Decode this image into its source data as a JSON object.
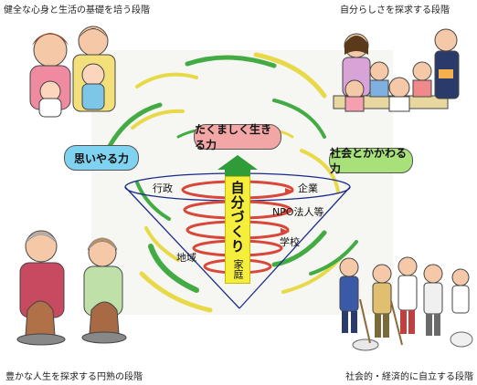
{
  "corners": {
    "top_left": "健全な心身と生活の基礎を培う段階",
    "top_right": "自分らしさを探求する段階",
    "bottom_left": "豊かな人生を探求する円熟の段階",
    "bottom_right": "社会的・経済的に自立する段階"
  },
  "pills": {
    "left": "思いやる力",
    "center": "たくましく生きる力",
    "right": "社会とかかわる力"
  },
  "diagram": {
    "center_vertical": "自分づくり",
    "center_bottom": "家庭",
    "labels": {
      "gyousei": "行政",
      "kigyou": "企業",
      "npo": "NPO法人等",
      "gakkou": "学校",
      "chiiki": "地域"
    }
  },
  "colors": {
    "pill_left": "#7fd3f0",
    "pill_center": "#f2a6a6",
    "pill_right": "#a8e07a",
    "arrow_green": "#2f9c3a",
    "center_yellow": "#f6ee3c",
    "spiral_red": "#d8473a",
    "swoosh_green": "#3aa83a",
    "swoosh_yellow": "#e8d840"
  }
}
